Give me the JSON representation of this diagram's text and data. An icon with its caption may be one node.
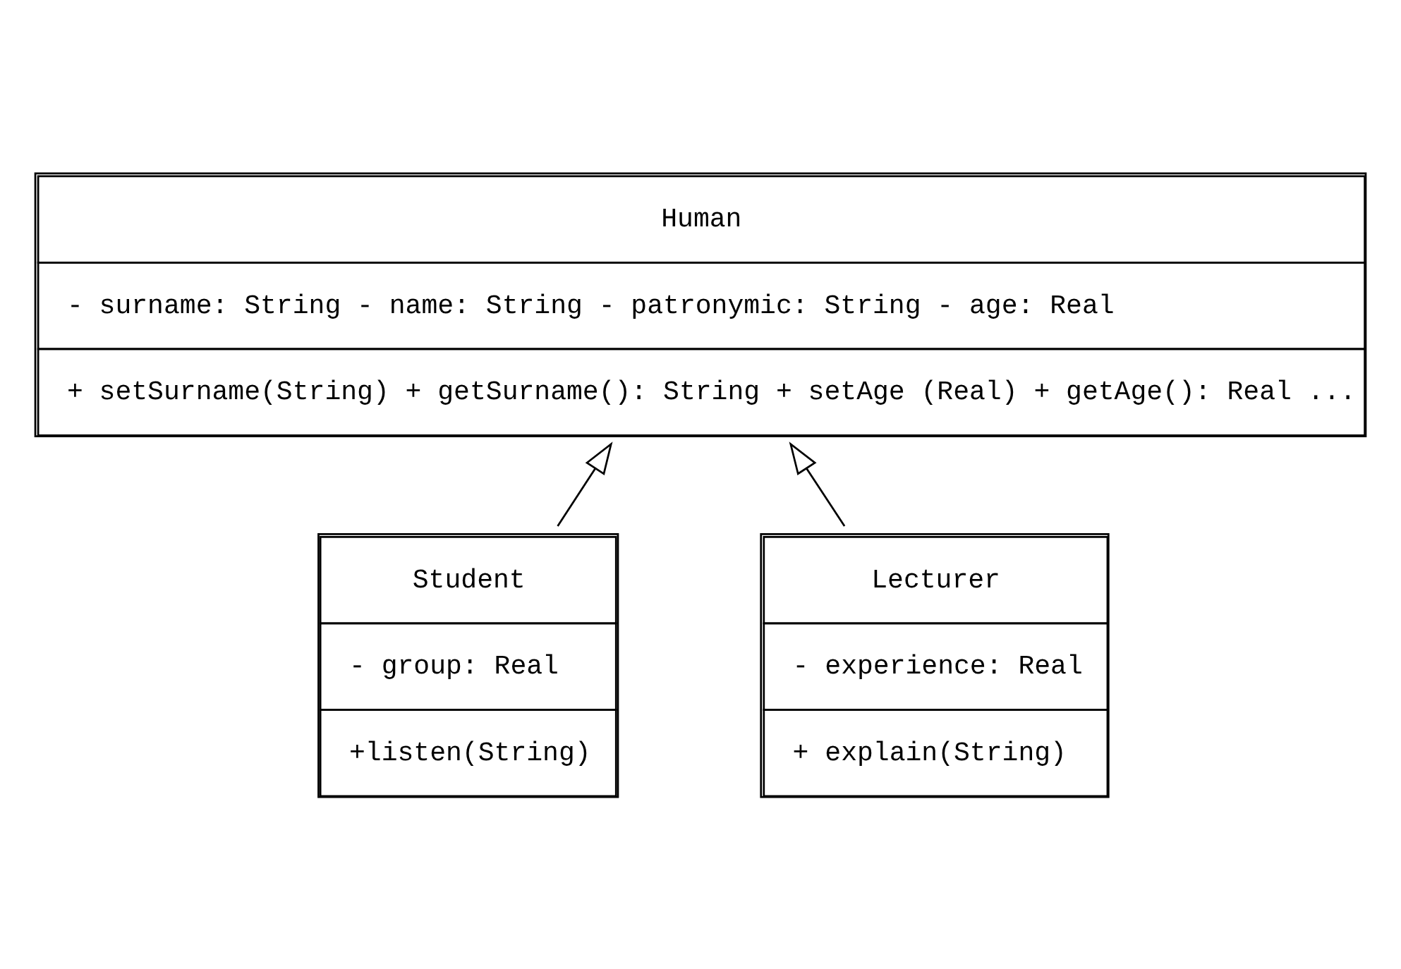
{
  "diagram": {
    "nodes": [
      {
        "text": [
          "Human",
          "- surname: String - name: String - patronymic: String - age: Real",
          "+ setSurname(String) + getSurname(): String + setAge (Real) + getAge(): Real ..."
        ]
      },
      {
        "text": [
          "Student",
          "- group: Real",
          "+listen(String)"
        ]
      },
      {
        "text": [
          "Lecturer",
          "- experience: Real",
          "+ explain(String)"
        ]
      }
    ],
    "edges": [
      {
        "from": 1,
        "to": 0,
        "arrow": "to"
      },
      {
        "from": 2,
        "to": 0,
        "arrow": "to"
      }
    ]
  }
}
